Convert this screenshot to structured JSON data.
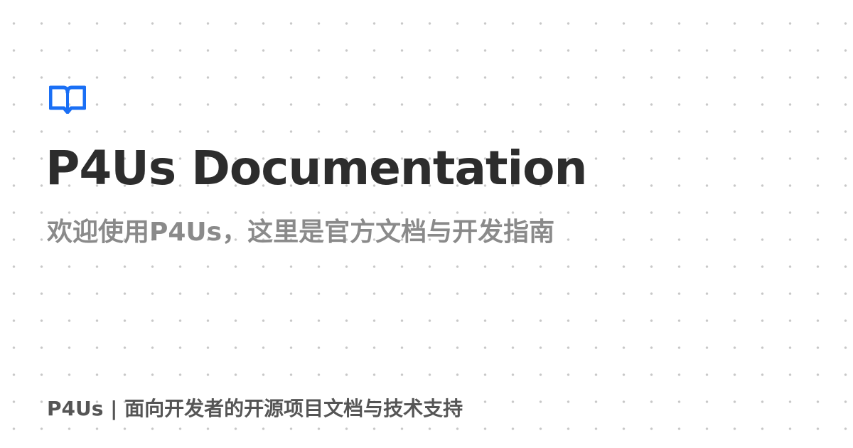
{
  "card": {
    "title": "P4Us Documentation",
    "subtitle": "欢迎使用P4Us，这里是官方文档与开发指南",
    "footer": "P4Us | 面向开发者的开源项目文档与技术支持"
  },
  "logo": {
    "icon": "book-open-icon",
    "color": "#1a6ff5"
  },
  "colors": {
    "background": "#ffffff",
    "dots": "#c8c8c8",
    "title": "#2d2d2d",
    "subtitle": "#8a8a8a",
    "footer": "#555555"
  }
}
